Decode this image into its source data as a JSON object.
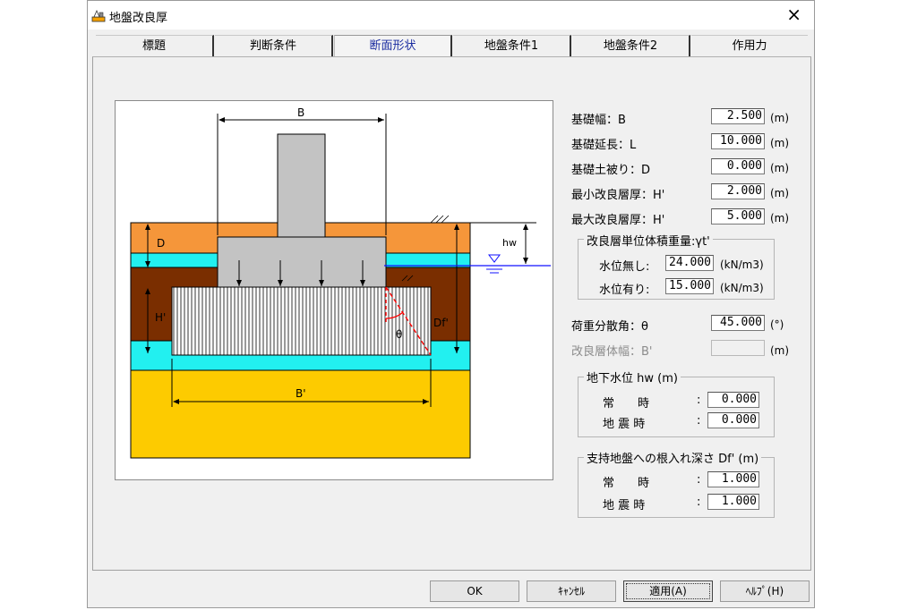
{
  "window": {
    "title": "地盤改良厚",
    "close_glyph": "×"
  },
  "tabs": [
    {
      "label": "標題"
    },
    {
      "label": "判断条件"
    },
    {
      "label": "断面形状",
      "active": true
    },
    {
      "label": "地盤条件1"
    },
    {
      "label": "地盤条件2"
    },
    {
      "label": "作用力"
    }
  ],
  "diagram": {
    "labels": {
      "b": "B",
      "d": "D",
      "h": "H'",
      "df": "Df'",
      "bp": "B'",
      "hw": "hw",
      "theta": "θ"
    }
  },
  "fields": {
    "b": {
      "label": "基礎幅：B",
      "value": "2.500",
      "unit": "(m)"
    },
    "l": {
      "label": "基礎延長：L",
      "value": "10.000",
      "unit": "(m)"
    },
    "d": {
      "label": "基礎土被り：D",
      "value": "0.000",
      "unit": "(m)"
    },
    "hmin": {
      "label": "最小改良層厚：H'",
      "value": "2.000",
      "unit": "(m)"
    },
    "hmax": {
      "label": "最大改良層厚：H'",
      "value": "5.000",
      "unit": "(m)"
    },
    "theta": {
      "label": "荷重分散角：θ",
      "value": "45.000",
      "unit": "(°)"
    },
    "bw": {
      "label": "改良層体幅：B'",
      "value": "",
      "unit": "(m)"
    }
  },
  "gamma_group": {
    "title": "改良層単位体積重量:γt'",
    "dry": {
      "label": "水位無し:",
      "value": "24.000",
      "unit": "(kN/m3)"
    },
    "wet": {
      "label": "水位有り:",
      "value": "15.000",
      "unit": "(kN/m3)"
    }
  },
  "hw_group": {
    "title": "地下水位 hw (m)",
    "normal": {
      "label": "常　　時",
      "colon": ":",
      "value": "0.000"
    },
    "quake": {
      "label": "地 震 時",
      "colon": ":",
      "value": "0.000"
    }
  },
  "df_group": {
    "title": "支持地盤への根入れ深さ Df' (m)",
    "normal": {
      "label": "常　　時",
      "colon": ":",
      "value": "1.000"
    },
    "quake": {
      "label": "地 震 時",
      "colon": ":",
      "value": "1.000"
    }
  },
  "buttons": {
    "ok": "OK",
    "cancel": "ｷｬﾝｾﾙ",
    "apply": "適用(A)",
    "help": "ﾍﾙﾌﾟ(H)"
  },
  "colors": {
    "orange": "#f5963a",
    "cyan": "#22f0f0",
    "brown": "#7a2e00",
    "grey": "#c3c3c3",
    "yellow": "#fdcb00",
    "red": "#ff0000",
    "water": "#1010ff"
  }
}
